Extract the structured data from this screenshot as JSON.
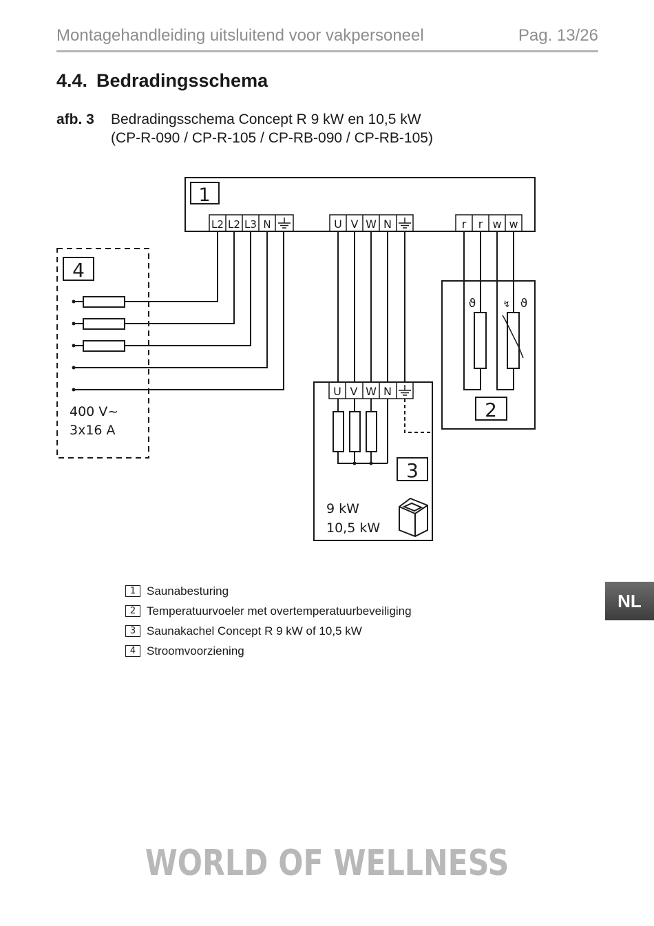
{
  "header": {
    "title": "Montagehandleiding uitsluitend voor vakpersoneel",
    "page": "Pag. 13/26"
  },
  "section": {
    "number": "4.4.",
    "title": "Bedradingsschema"
  },
  "figure": {
    "label": "afb. 3",
    "caption_line1": "Bedradingsschema Concept R 9 kW en 10,5 kW",
    "caption_line2": "(CP-R-090 / CP-R-105 / CP-RB-090 / CP-RB-105)"
  },
  "diagram": {
    "box1_number": "1",
    "box2_number": "2",
    "box3_number": "3",
    "box4_number": "4",
    "supply_terminals": [
      "L2",
      "L2",
      "L3",
      "N"
    ],
    "heater_terminals": [
      "U",
      "V",
      "W",
      "N"
    ],
    "sensor_terminals": [
      "r",
      "r",
      "w",
      "w"
    ],
    "heater_terminals_lower": [
      "U",
      "V",
      "W",
      "N"
    ],
    "supply_voltage": "400 V~",
    "supply_current": "3x16 A",
    "power_1": "9 kW",
    "power_2": "10,5 kW",
    "theta": "ϑ",
    "icons": [
      "ground-icon",
      "fuse-icon",
      "heating-element-icon",
      "sensor-icon",
      "thermal-fuse-icon",
      "sauna-heater-icon"
    ]
  },
  "legend": {
    "items": [
      {
        "num": "1",
        "text": "Saunabesturing"
      },
      {
        "num": "2",
        "text": "Temperatuurvoeler met overtemperatuurbeveiliging"
      },
      {
        "num": "3",
        "text": "Saunakachel Concept R 9 kW of 10,5 kW"
      },
      {
        "num": "4",
        "text": "Stroomvoorziening"
      }
    ]
  },
  "language_tab": "NL",
  "brand": "WORLD OF WELLNESS"
}
